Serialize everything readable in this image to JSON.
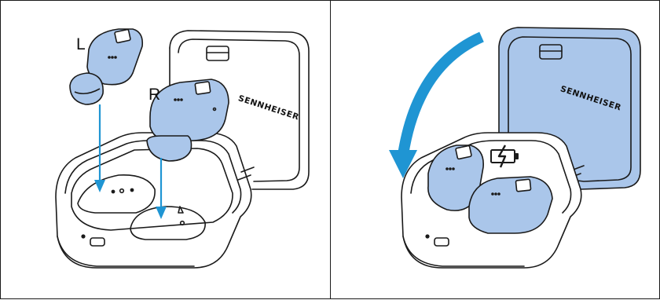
{
  "left_panel": {
    "earbud_left_label": "L",
    "earbud_right_label": "R",
    "brand_text": "SENNHEISER"
  },
  "right_panel": {
    "brand_text": "SENNHEISER"
  },
  "colors": {
    "earbud_blue": "#aac6ea",
    "arrow_blue": "#1f95d3",
    "outline": "#1a1a1a"
  }
}
